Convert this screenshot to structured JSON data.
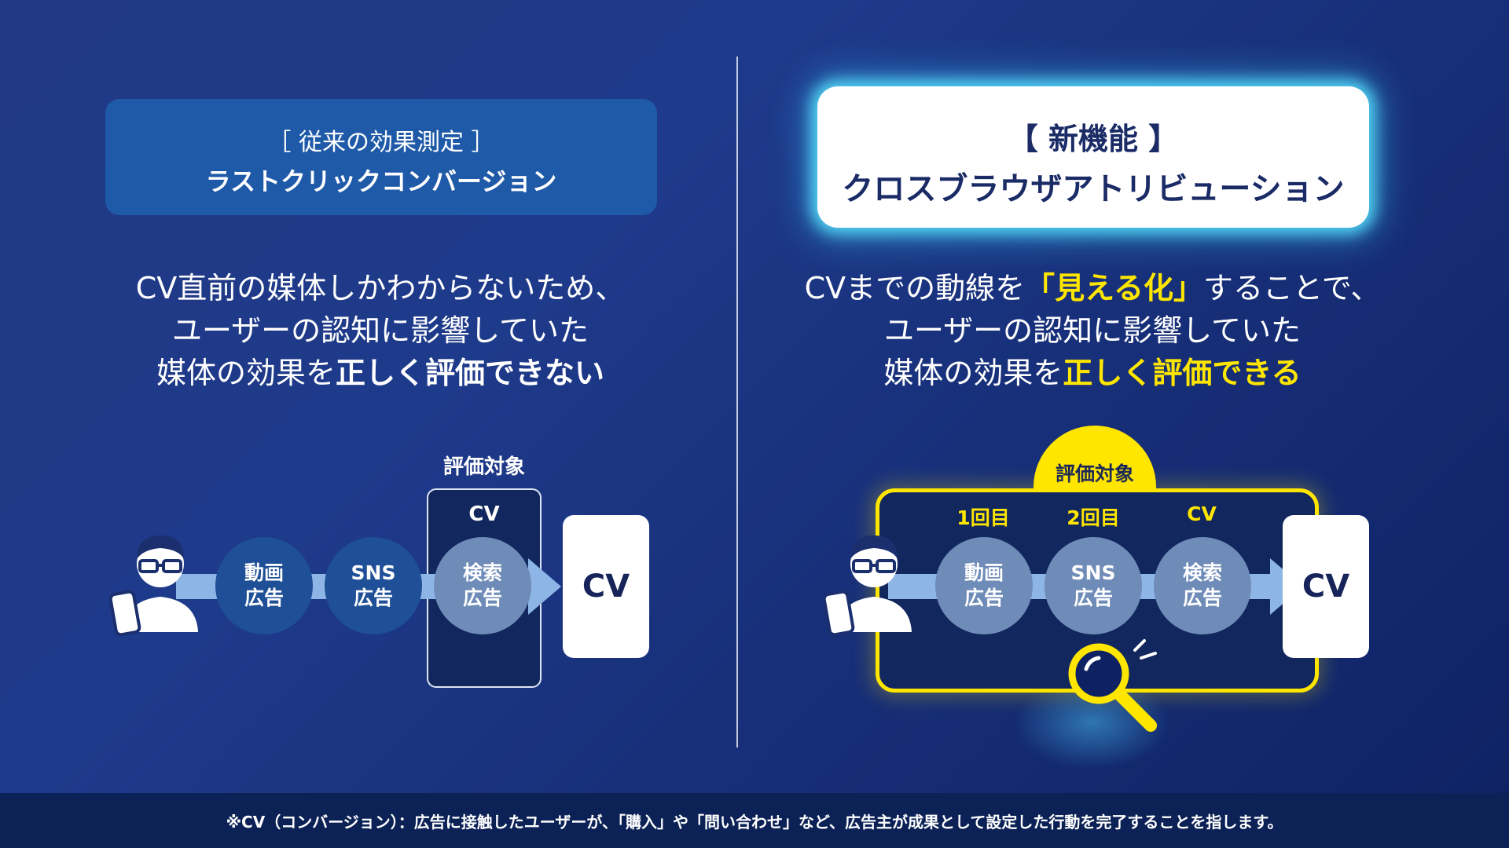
{
  "left": {
    "header_sub": "［ 従来の効果測定 ］",
    "header_main": "ラストクリックコンバージョン",
    "desc_line1": "CV直前の媒体しかわからないため、",
    "desc_line2": "ユーザーの認知に影響していた",
    "desc_line3_prefix": "媒体の効果を",
    "desc_line3_bold": "正しく評価できない",
    "target_label": "評価対象",
    "target_cv_label": "CV",
    "circles": [
      {
        "line1": "動画",
        "line2": "広告"
      },
      {
        "line1": "SNS",
        "line2": "広告"
      },
      {
        "line1": "検索",
        "line2": "広告"
      }
    ],
    "cv_box": "CV"
  },
  "right": {
    "header_sub": "【 新機能 】",
    "header_main": "クロスブラウザアトリビューション",
    "desc_line1_prefix": "CVまでの動線を",
    "desc_line1_highlight": "「見える化」",
    "desc_line1_suffix": "することで、",
    "desc_line2": "ユーザーの認知に影響していた",
    "desc_line3_prefix": "媒体の効果を",
    "desc_line3_highlight": "正しく評価できる",
    "target_label": "評価対象",
    "step_labels": [
      "1回目",
      "2回目",
      "CV"
    ],
    "circles": [
      {
        "line1": "動画",
        "line2": "広告"
      },
      {
        "line1": "SNS",
        "line2": "広告"
      },
      {
        "line1": "検索",
        "line2": "広告"
      }
    ],
    "cv_box": "CV"
  },
  "footer": "※CV（コンバージョン）：広告に接触したユーザーが、「購入」や「問い合わせ」など、広告主が成果として設定した行動を完了することを指します。",
  "colors": {
    "highlight": "#ffe600",
    "glow": "#5ae6ff",
    "background": "#1e3a8a",
    "circle_dark": "#1f4f96",
    "circle_gray": "#6f8bb8",
    "arrow": "#8db6e6"
  },
  "icons": [
    "user-with-phone-icon",
    "magnifier-icon"
  ]
}
